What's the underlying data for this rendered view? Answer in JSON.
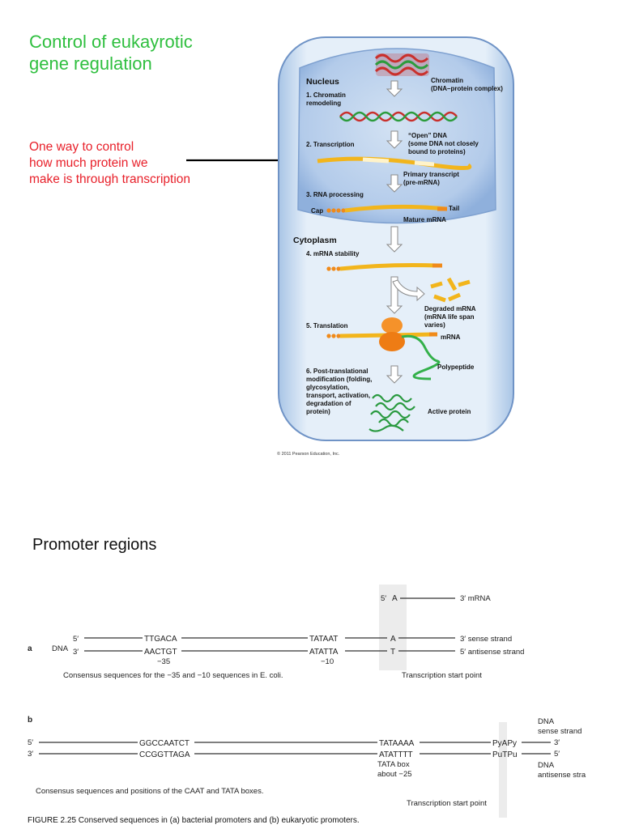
{
  "title_lines": [
    "Control of eukayrotic",
    "gene regulation"
  ],
  "side_note_lines": [
    "One way to control",
    "how much protein we",
    "make is through transcription"
  ],
  "section2_title": "Promoter regions",
  "cell": {
    "nucleus_label": "Nucleus",
    "cytoplasm_label": "Cytoplasm",
    "chromatin_l1": "Chromatin",
    "chromatin_l2": "(DNA–protein complex)",
    "step1_l1": "1. Chromatin",
    "step1_l2": "remodeling",
    "open_l1": "“Open” DNA",
    "open_l2": "(some DNA not closely",
    "open_l3": "bound to proteins)",
    "step2": "2. Transcription",
    "primary_l1": "Primary transcript",
    "primary_l2": "(pre-mRNA)",
    "step3": "3. RNA processing",
    "cap": "Cap",
    "tail": "Tail",
    "mature": "Mature mRNA",
    "step4": "4. mRNA stability",
    "degraded_l1": "Degraded mRNA",
    "degraded_l2": "(mRNA life span",
    "degraded_l3": "varies)",
    "step5": "5. Translation",
    "mrna": "mRNA",
    "polypeptide": "Polypeptide",
    "step6_l1": "6. Post-translational",
    "step6_l2": "modification (folding,",
    "step6_l3": "glycosylation,",
    "step6_l4": "transport, activation,",
    "step6_l5": "degradation of",
    "step6_l6": "protein)",
    "active": "Active protein",
    "copyright": "© 2011 Pearson Education, Inc."
  },
  "promoter": {
    "mrna_5": "5′",
    "mrna_A": "A",
    "mrna_label": "3′ mRNA",
    "a_label": "a",
    "dna_label": "DNA",
    "a_5": "5′",
    "a_3": "3′",
    "a_ttgaca": "TTGACA",
    "a_aactgt": "AACTGT",
    "a_tataat": "TATAAT",
    "a_atatta": "ATATTA",
    "a_A": "A",
    "a_T": "T",
    "a_sense": "3′  sense strand",
    "a_antisense": "5′  antisense strand",
    "a_m35": "−35",
    "a_m10": "−10",
    "a_caption": "Consensus sequences for the −35 and −10 sequences in E. coli.",
    "a_tsp": "Transcription start point",
    "b_label": "b",
    "b_dna_top_1": "DNA",
    "b_dna_top_2": "sense strand",
    "b_5": "5′",
    "b_3": "3′",
    "b_ggccaatct": "GGCCAATCT",
    "b_ccggttaga": "CCGGTTAGA",
    "b_tataaaa": "TATAAAA",
    "b_atatttt": "ATATTTT",
    "b_pyapy": "PyAPy",
    "b_putpu": "PuTPu",
    "b_end3": "3′",
    "b_end5": "5′",
    "b_tatabox_1": "TATA box",
    "b_tatabox_2": "about −25",
    "b_dna_bot_1": "DNA",
    "b_dna_bot_2": "antisense stra",
    "b_caption": "Consensus sequences and positions of the CAAT and TATA boxes.",
    "b_tsp": "Transcription start point",
    "figure_caption": "FIGURE 2.25  Conserved sequences in (a) bacterial promoters and (b) eukaryotic promoters."
  },
  "colors": {
    "title": "#2fbf3f",
    "side_note": "#e8202a",
    "mrna_strand": "#f2b51c",
    "ribosome": "#f08a1a",
    "polypeptide": "#33b04a",
    "cell_fill": "#dbe9f6",
    "nucleus_fill": "#b9cfea"
  }
}
